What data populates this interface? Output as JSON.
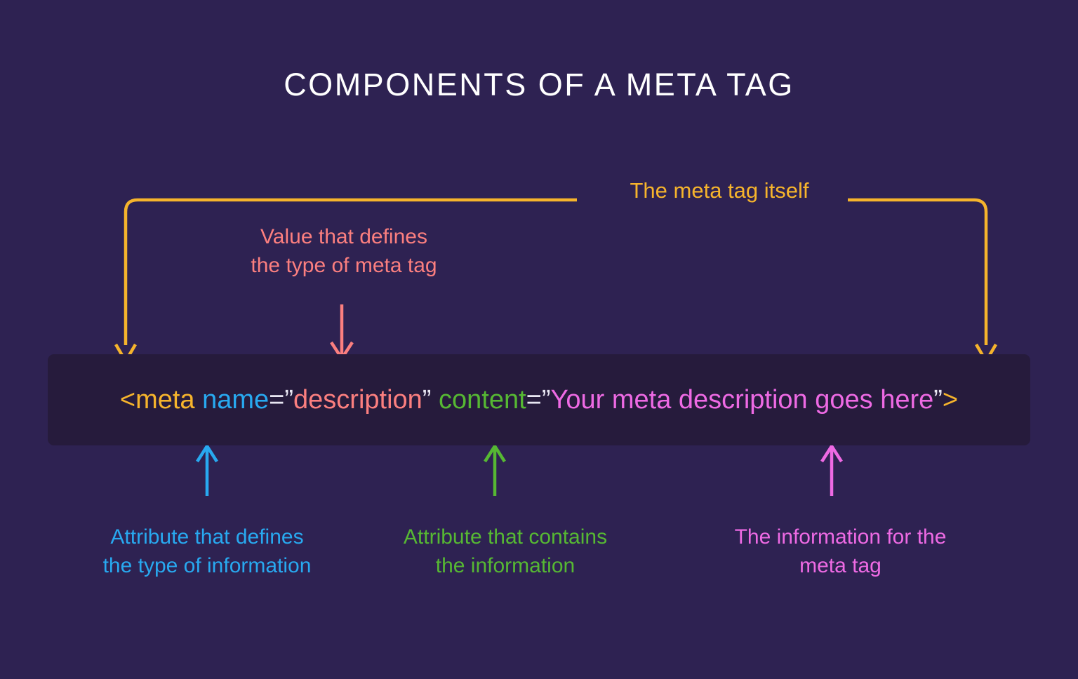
{
  "page": {
    "title": "COMPONENTS OF A META TAG",
    "background_color": "#2e2252"
  },
  "code_block": {
    "background_color": "#261b3c",
    "full_text": "<meta name=\"description\" content=\"Your meta description goes here\">",
    "tokens": [
      {
        "text": "<meta ",
        "role": "tag-open",
        "color": "#f6b42c"
      },
      {
        "text": "name",
        "role": "attribute-name",
        "color": "#28a9f0"
      },
      {
        "text": "=”",
        "role": "punctuation",
        "color": "#e8e6f2"
      },
      {
        "text": "description",
        "role": "attribute-value",
        "color": "#fb7f7f"
      },
      {
        "text": "” ",
        "role": "punctuation",
        "color": "#e8e6f2"
      },
      {
        "text": "content",
        "role": "attribute-name",
        "color": "#56b833"
      },
      {
        "text": "=”",
        "role": "punctuation",
        "color": "#e8e6f2"
      },
      {
        "text": "Your meta description goes here",
        "role": "attribute-value",
        "color": "#ee6ae4"
      },
      {
        "text": "”",
        "role": "punctuation",
        "color": "#e8e6f2"
      },
      {
        "text": ">",
        "role": "tag-close",
        "color": "#f6b42c"
      }
    ]
  },
  "annotations": {
    "meta_tag_itself": {
      "text": "The meta tag itself",
      "color": "#f6b42c",
      "connector": "bracket-down-both-ends"
    },
    "value_type": {
      "text": "Value that defines\nthe type of meta tag",
      "color": "#fb7f7f",
      "connector": "arrow-down"
    },
    "attribute_type": {
      "text": "Attribute that defines\nthe type of information",
      "color": "#28a9f0",
      "connector": "arrow-up"
    },
    "attribute_contains": {
      "text": "Attribute that contains\nthe information",
      "color": "#56b833",
      "connector": "arrow-up"
    },
    "information_for": {
      "text": "The information for the\nmeta tag",
      "color": "#ee6ae4",
      "connector": "arrow-up"
    }
  }
}
